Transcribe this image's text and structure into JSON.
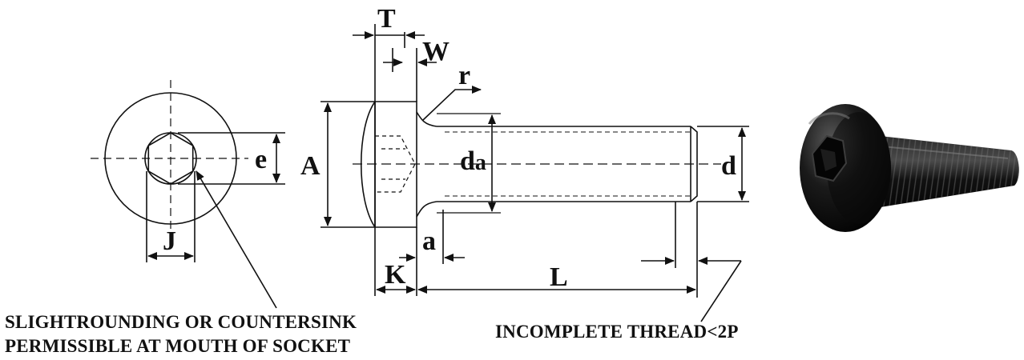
{
  "labels": {
    "T": "T",
    "W": "W",
    "r": "r",
    "e": "e",
    "A": "A",
    "da_main": "d",
    "da_sub": "a",
    "d": "d",
    "J": "J",
    "a": "a",
    "K": "K",
    "L": "L"
  },
  "notes": {
    "socket_line1": "SLIGHTROUNDING  OR COUNTERSINK",
    "socket_line2": "PERMISSIBLE  AT  MOUTH  OF  SOCKET",
    "thread": "INCOMPLETE  THREAD<2P"
  },
  "colors": {
    "line": "#111111",
    "bolt_dark": "#0b0b0b",
    "bolt_highlight": "#5a5a5a"
  }
}
